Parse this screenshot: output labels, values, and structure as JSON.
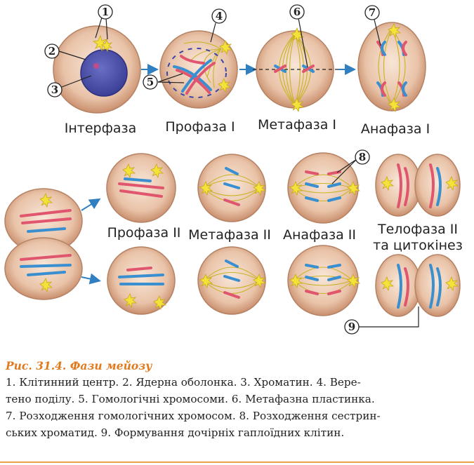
{
  "figure": {
    "stages_row1": [
      "Інтерфаза",
      "Профаза I",
      "Метафаза I",
      "Анафаза I"
    ],
    "stages_row2": [
      "Профаза II",
      "Метафаза II",
      "Анафаза II",
      "Телофаза II",
      "та цитокінез"
    ],
    "markers": [
      "1",
      "2",
      "3",
      "4",
      "5",
      "6",
      "7",
      "8",
      "9"
    ]
  },
  "caption": {
    "title": "Рис. 31.4. Фази мейозу",
    "lines": [
      "1. Клітинний центр. 2. Ядерна оболонка. 3. Хроматин. 4. Вере-",
      "тено поділу. 5. Гомологічні хромосоми. 6. Метафазна пластинка.",
      "7. Розходження гомологічних хромосом. 8. Розходження сестрин-",
      "ських хроматид. 9. Формування дочірніх гаплоїдних клітин."
    ]
  },
  "colors": {
    "cell": "#e7bfa4",
    "nucleus": "#4a4fa8",
    "chromosome_red": "#e0566f",
    "chromosome_blue": "#3a8fd1",
    "spindle": "#c9b324",
    "arrow": "#2f7fc1",
    "caption_accent": "#e07a1f"
  }
}
